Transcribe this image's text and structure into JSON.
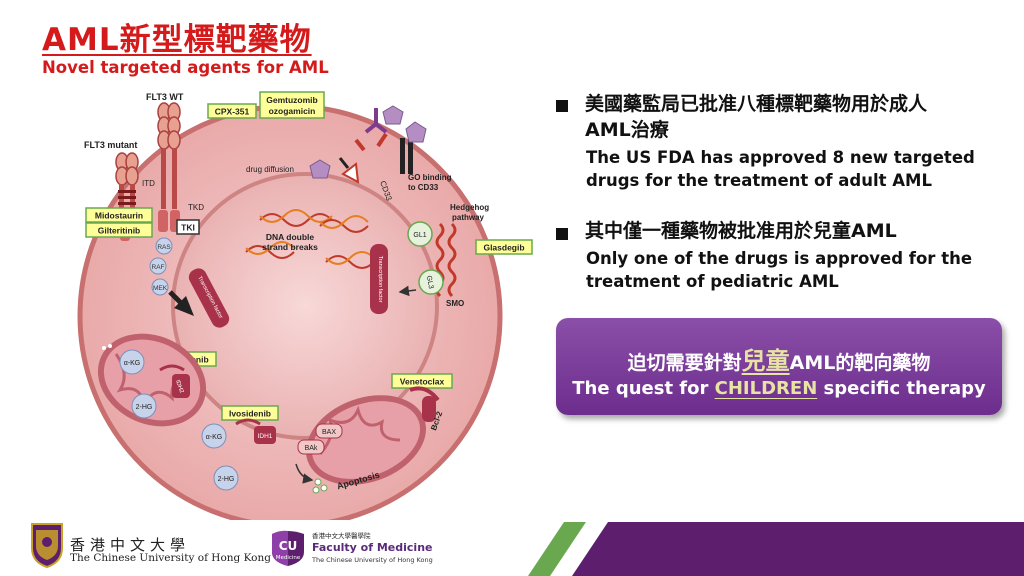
{
  "header": {
    "title_zh": "AML新型標靶藥物",
    "title_en": "Novel targeted agents for AML"
  },
  "diagram": {
    "labels": {
      "flt3_wt": "FLT3 WT",
      "flt3_mutant": "FLT3 mutant",
      "itd": "ITD",
      "tkd": "TKD",
      "tki": "TKI",
      "ras": "RAS",
      "raf": "RAF",
      "mek": "MEK",
      "drug_diffusion": "drug diffusion",
      "cd33": "CD33",
      "go_binding_1": "GO binding",
      "go_binding_2": "to CD33",
      "hedgehog_1": "Hedgehog",
      "hedgehog_2": "pathway",
      "gl1": "GL1",
      "gl3": "GL3",
      "smo": "SMO",
      "dna_1": "DNA double",
      "dna_2": "strand breaks",
      "tf_1": "Transcription factor",
      "tf_2": "Transcription factor",
      "akg_1": "α-KG",
      "akg_2": "α-KG",
      "hg_1": "2-HG",
      "hg_2": "2-HG",
      "idh2": "IDH2",
      "idh1": "IDH1",
      "bax": "BAX",
      "bak": "BAk",
      "bcl2": "Bcl-2",
      "apoptosis": "Apoptosis"
    },
    "drugs": {
      "cpx351": "CPX-351",
      "gemtuzumab_1": "Gemtuzomib",
      "gemtuzumab_2": "ozogamicin",
      "midostaurin": "Midostaurin",
      "gilteritinib": "Gilteritinib",
      "glasdegib": "Glasdegib",
      "enasidenib": "Enasidenib",
      "ivosidenib": "Ivosidenib",
      "venetoclax": "Venetoclax"
    }
  },
  "bullets": [
    {
      "zh_1": "美國藥監局已批准八種標靶藥物用於成人",
      "zh_2": "AML治療",
      "en_1": "The US FDA has approved 8 new targeted",
      "en_2": "drugs for the treatment of adult AML"
    },
    {
      "zh_1": "其中僅一種藥物被批准用於兒童AML",
      "en_1": "Only one of the drugs is approved for the",
      "en_2": "treatment of pediatric AML"
    }
  ],
  "callout": {
    "zh_pre": "迫切需要針對",
    "zh_highlight": "兒童",
    "zh_post": "AML的靶向藥物",
    "en_pre": "The quest for ",
    "en_highlight": "CHILDREN",
    "en_post": " specific therapy"
  },
  "footer": {
    "cuhk_zh": "香港中文大學",
    "cuhk_en": "The Chinese University of Hong Kong",
    "med_badge_1": "CU",
    "med_badge_2": "Medicine",
    "med_zh": "香港中文大學醫學院",
    "med_en": "Faculty of Medicine",
    "med_sub": "The Chinese University of Hong Kong"
  },
  "colors": {
    "title_red": "#d41a1a",
    "cell_pink": "#e8a7a7",
    "drug_label_bg": "#ffff99",
    "callout_purple": "#6d2d8d",
    "highlight_yellow": "#e7e3a3",
    "footer_purple": "#5e1e6e",
    "footer_green": "#6aa84f"
  }
}
